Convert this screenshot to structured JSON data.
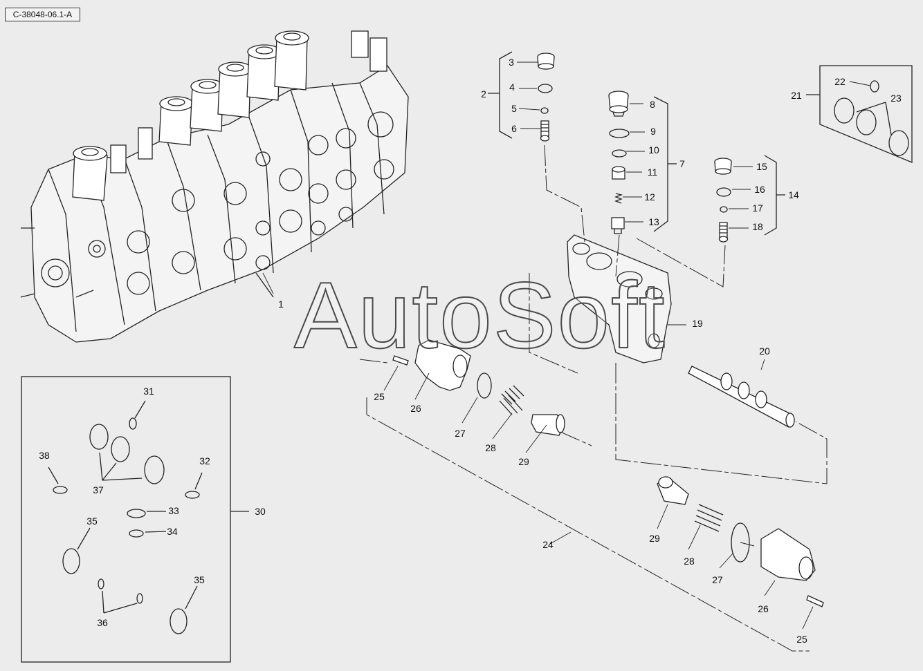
{
  "drawing_code": "C-38048-06.1-A",
  "watermark": "AutoSoft",
  "callouts": [
    "1",
    "2",
    "3",
    "4",
    "5",
    "6",
    "7",
    "8",
    "9",
    "10",
    "11",
    "12",
    "13",
    "14",
    "15",
    "16",
    "17",
    "18",
    "19",
    "20",
    "21",
    "22",
    "23",
    "24",
    "25",
    "26",
    "27",
    "28",
    "29",
    "29",
    "28",
    "27",
    "26",
    "25",
    "30",
    "31",
    "32",
    "33",
    "34",
    "35",
    "35",
    "36",
    "37",
    "38"
  ]
}
